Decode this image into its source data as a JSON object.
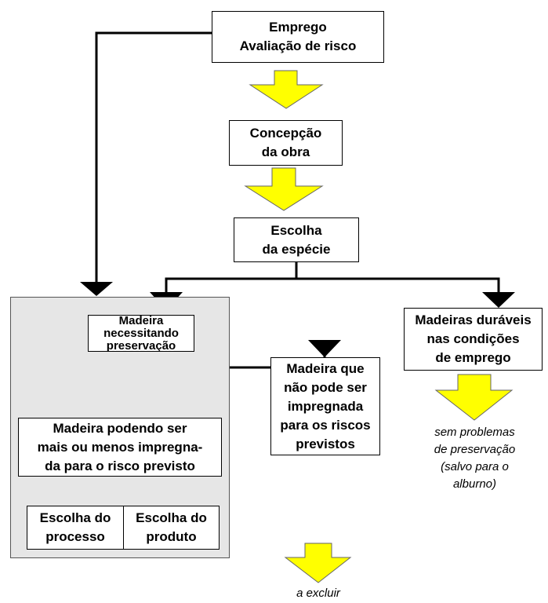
{
  "colors": {
    "arrow_fill": "#ffff00",
    "group_fill": "#e6e6e6",
    "line": "#000000"
  },
  "boxes": {
    "emprego": "Emprego\nAvaliação de risco",
    "concepcao": "Concepção\nda obra",
    "escolha_especie": "Escolha\nda espécie",
    "madeira_necessitando": "Madeira\nnecessitando\npreservação",
    "madeiras_duraveis": "Madeiras duráveis\nnas condições\nde emprego",
    "madeira_podendo": "Madeira podendo ser\nmais ou menos impregna-\nda para o risco previsto",
    "escolha_processo": "Escolha do\nprocesso",
    "escolha_produto": "Escolha do\nproduto",
    "madeira_nao_pode": "Madeira que\nnão pode ser\nimpregnada\npara os riscos\nprevistos"
  },
  "notes": {
    "sem_problemas": "sem problemas\nde preservação\n(salvo para o\nalburno)",
    "a_excluir": "a excluir"
  }
}
